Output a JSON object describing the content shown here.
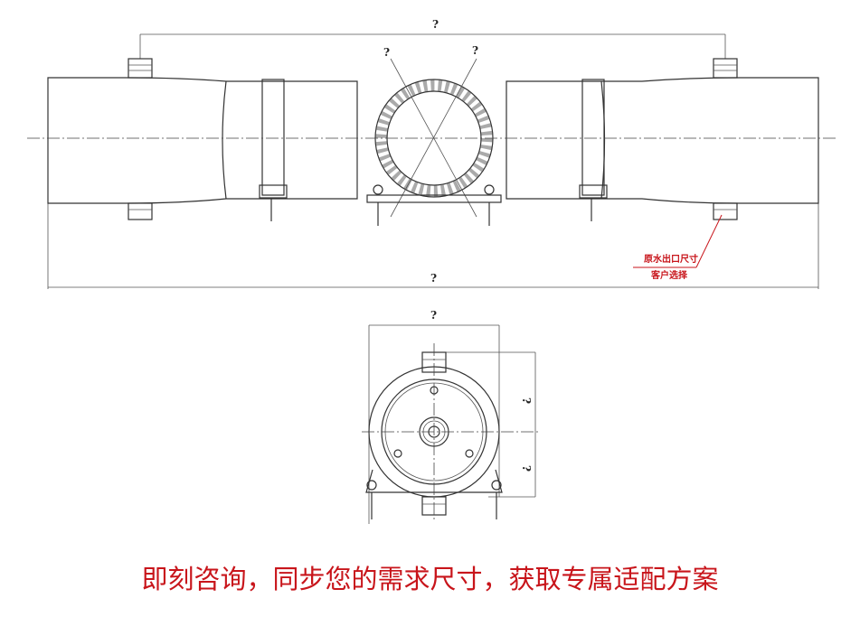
{
  "dimensions": {
    "top_span": "?",
    "total_length": "?",
    "ring_left": "?",
    "ring_right": "?",
    "end_width": "?",
    "end_height_upper": "?",
    "end_height_lower": "?"
  },
  "annotation": {
    "line1": "原水出口尺寸",
    "line2": "客户选择"
  },
  "caption": "即刻咨询，同步您的需求尺寸，获取专属适配方案",
  "colors": {
    "accent": "#c8151b",
    "line": "#333333"
  }
}
